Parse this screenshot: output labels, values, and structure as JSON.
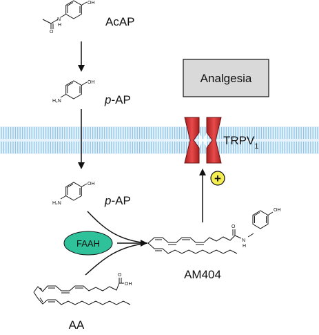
{
  "labels": {
    "acap": "AcAP",
    "pap_italic": "p",
    "pap_rest": "-AP",
    "analgesia": "Analgesia",
    "trpv_main": "TRPV",
    "trpv_sub": "1",
    "faah": "FAAH",
    "am404": "AM404",
    "aa": "AA",
    "plus": "+"
  },
  "atoms": {
    "oh": "OH",
    "nh": "N",
    "h": "H",
    "h2n": "H₂N",
    "o": "O"
  },
  "colors": {
    "membrane": "#8ec5e6",
    "membrane_bg": "#e5f2fb",
    "channel_red": "#d63333",
    "channel_dark": "#8a1a1a",
    "faah_fill": "#2fc19a",
    "box_fill": "#d9d9d9",
    "plus_fill": "#f5ee50",
    "line": "#111111"
  }
}
